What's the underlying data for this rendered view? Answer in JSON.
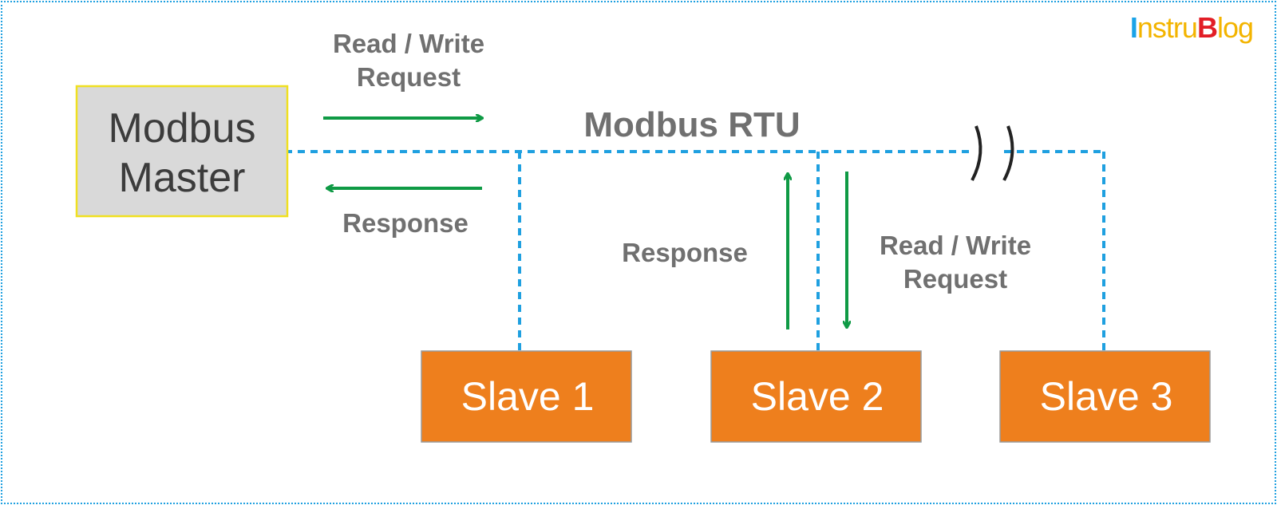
{
  "logo": {
    "part1": "I",
    "part2": "nstru",
    "part3": "B",
    "part4": "log"
  },
  "master": {
    "line1": "Modbus",
    "line2": "Master"
  },
  "bus_label": "Modbus RTU",
  "top_request": {
    "line1": "Read / Write",
    "line2": "Request"
  },
  "top_response": "Response",
  "slave2_response": "Response",
  "slave2_request": {
    "line1": "Read / Write",
    "line2": "Request"
  },
  "slaves": [
    "Slave 1",
    "Slave 2",
    "Slave 3"
  ],
  "colors": {
    "bus": "#1fa0e0",
    "arrow": "#0f9a45",
    "master_fill": "#d9d9d9",
    "master_border": "#f0e020",
    "slave_fill": "#ee7f1d",
    "slave_text": "#ffffff",
    "label_text": "#707070"
  }
}
